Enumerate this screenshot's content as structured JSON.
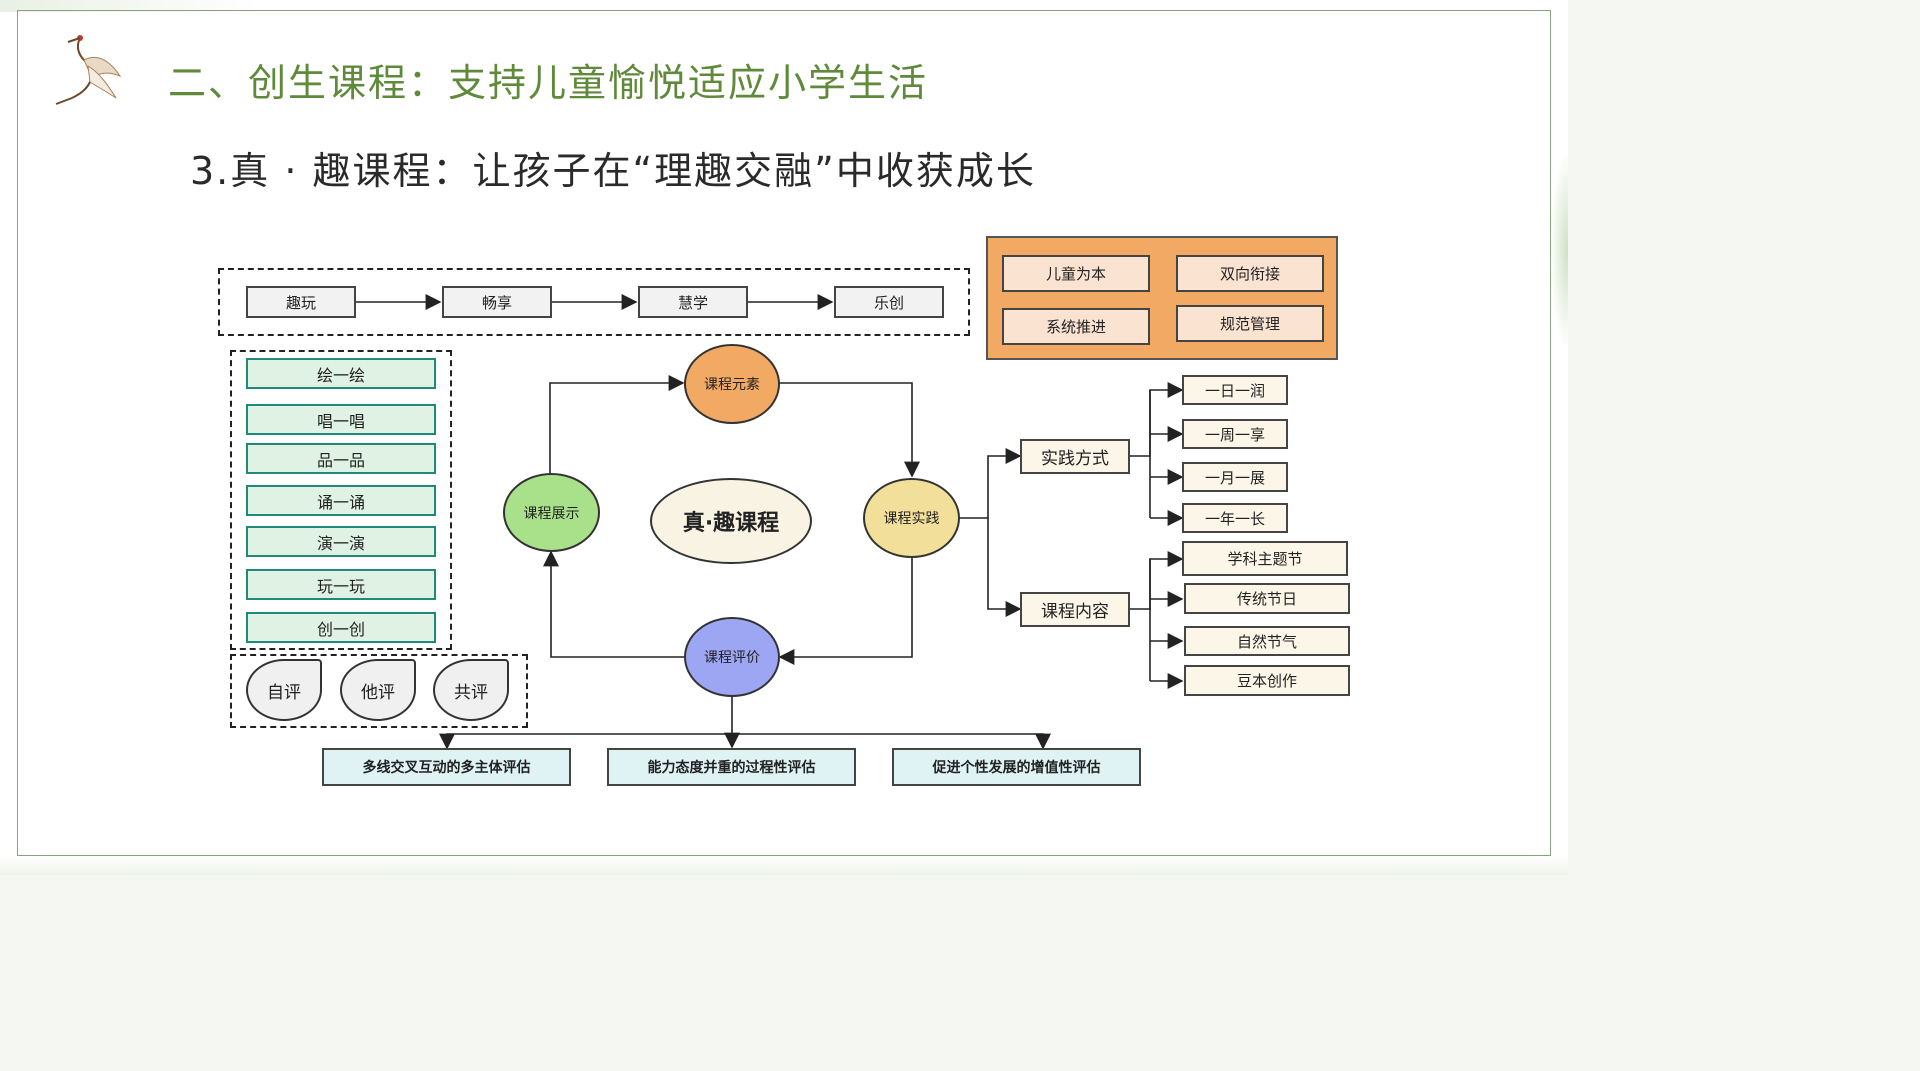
{
  "header": {
    "title": "二、创生课程：支持儿童愉悦适应小学生活",
    "subtitle": "3.真 · 趣课程：让孩子在“理趣交融”中收获成长"
  },
  "diagram": {
    "flow": [
      "趣玩",
      "畅享",
      "慧学",
      "乐创"
    ],
    "principles": [
      "儿童为本",
      "双向衔接",
      "系统推进",
      "规范管理"
    ],
    "activities": [
      "绘一绘",
      "唱一唱",
      "品一品",
      "诵一诵",
      "演一演",
      "玩一玩",
      "创一创"
    ],
    "self_eval": [
      "自评",
      "他评",
      "共评"
    ],
    "center": "真·趣课程",
    "cycle": {
      "elements": "课程元素",
      "practice": "课程实践",
      "evaluation": "课程评价",
      "display": "课程展示"
    },
    "practice_branches": {
      "methods_label": "实践方式",
      "methods": [
        "一日一润",
        "一周一享",
        "一月一展",
        "一年一长"
      ],
      "content_label": "课程内容",
      "content": [
        "学科主题节",
        "传统节日",
        "自然节气",
        "豆本创作"
      ]
    },
    "evaluations": [
      "多线交叉互动的多主体评估",
      "能力态度并重的过程性评估",
      "促进个性发展的增值性评估"
    ]
  },
  "colors": {
    "title_green": "#5f8a3a",
    "elements_orange": "#f2a964",
    "display_green": "#a9e08a",
    "practice_yellow": "#f2df9a",
    "evaluation_blue": "#9ca6f2",
    "activity_green": "#dff2e3",
    "eval_cyan": "#dff3f5"
  },
  "icons": {
    "logo": "crane-icon"
  }
}
